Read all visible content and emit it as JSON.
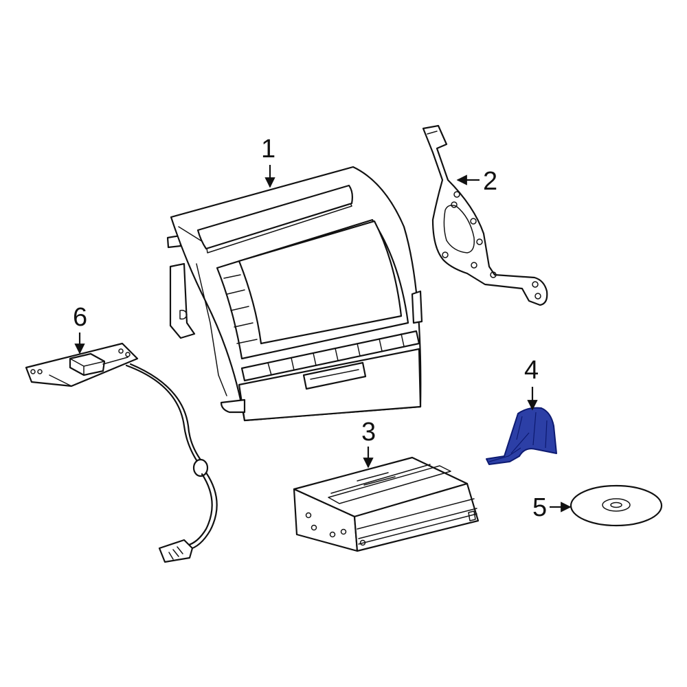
{
  "parts": [
    {
      "id": "display",
      "number": "1"
    },
    {
      "id": "bracket",
      "number": "2"
    },
    {
      "id": "amplifier",
      "number": "3"
    },
    {
      "id": "cover",
      "number": "4"
    },
    {
      "id": "disc",
      "number": "5"
    },
    {
      "id": "harness",
      "number": "6"
    }
  ],
  "colors": {
    "line": "#111111",
    "highlight": "#2c3fa6",
    "highlight_dark": "#0d1a70"
  }
}
